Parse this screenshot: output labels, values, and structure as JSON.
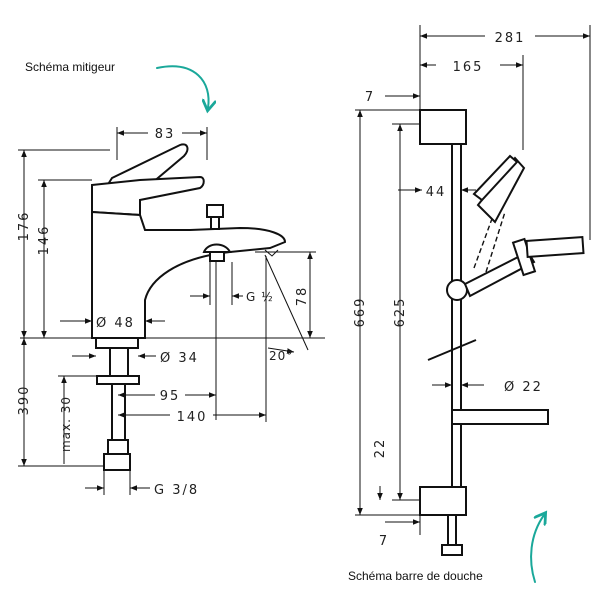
{
  "captions": {
    "mixer": "Schéma mitigeur",
    "shower": "Schéma barre de douche"
  },
  "mixer_dims": {
    "w83": "83",
    "h176": "176",
    "h146": "146",
    "d48": "Ø 48",
    "g12": "G ½",
    "h78": "78",
    "a20": "20°",
    "d34": "Ø 34",
    "h390": "390",
    "max30": "max. 30",
    "w95": "95",
    "w140": "140",
    "g38": "G 3/8"
  },
  "shower_dims": {
    "w281": "281",
    "w165": "165",
    "w7": "7",
    "w44": "44",
    "h669": "669",
    "h625": "625",
    "d22": "Ø 22",
    "h22": "22",
    "w7b": "7"
  },
  "colors": {
    "accent_arrow": "#1aa89a",
    "line": "#111111"
  }
}
